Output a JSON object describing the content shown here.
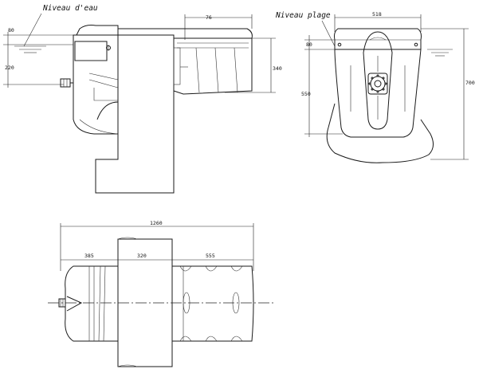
{
  "labels": {
    "water_level": "Niveau d'eau",
    "beach_level": "Niveau plage"
  },
  "dimensions": {
    "side_80": "80",
    "side_220": "220",
    "side_76": "76",
    "side_340": "340",
    "front_518": "518",
    "front_80": "80",
    "front_550": "550",
    "front_700": "700",
    "plan_1260": "1260",
    "plan_385": "385",
    "plan_320": "320",
    "plan_555": "555"
  },
  "colors": {
    "line": "#1a1a1a",
    "background": "#ffffff"
  }
}
